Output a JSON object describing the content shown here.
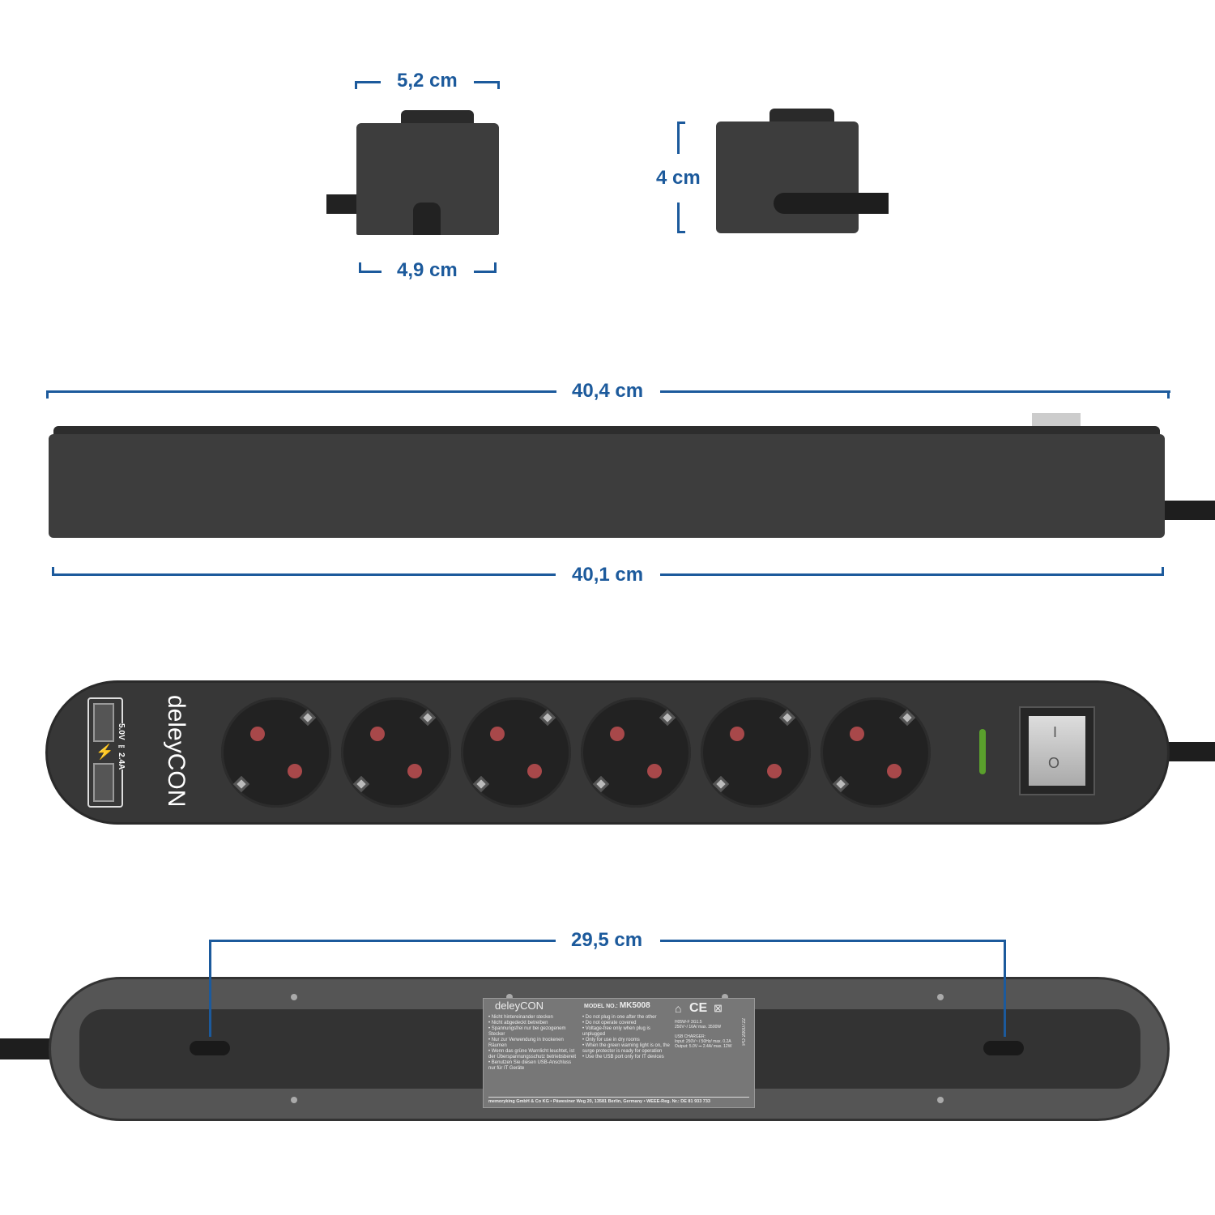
{
  "dimensions": {
    "top_width": "5,2 cm",
    "bottom_width": "4,9 cm",
    "height": "4 cm",
    "top_length": "40,4 cm",
    "bottom_length": "40,1 cm",
    "mount_spacing": "29,5 cm"
  },
  "front": {
    "brand": "deleyCON",
    "usb_rating": "5.0V ⎓ 2.4A",
    "socket_count": 6,
    "switch_on": "I",
    "switch_off": "O"
  },
  "label": {
    "brand": "deleyCON",
    "model_prefix": "MODEL NO.:",
    "model": "MK5008",
    "german": [
      "Nicht hintereinander stecken",
      "Nicht abgedeckt betreiben",
      "Spannungsfrei nur bei gezogenem Stecker",
      "Nur zur Verwendung in trockenen Räumen",
      "Wenn das grüne Warnlicht leuchtet, ist der Überspannungsschutz betriebsbereit",
      "Benutzen Sie diesen USB-Anschluss nur für IT Geräte"
    ],
    "english": [
      "Do not plug in one after the other",
      "Do not operate covered",
      "Voltage-free only when plug is unplugged",
      "Only for use in dry rooms",
      "When the green warning light is on, the surge protector is ready for operation",
      "Use the USB port only for IT devices"
    ],
    "cable": "H05W-F 3G1.5",
    "rating": "250V~/ 16A/ max. 3500W",
    "usb_title": "USB CHARGER:",
    "usb_input": "Input: 250V~ / 50Hz/ max. 0.2A",
    "usb_output": "Output: 5.0V ⎓ 2.4A/ max. 12W",
    "po": "PO 2000722",
    "ce": "CE",
    "footer": "memoryking GmbH & Co KG • Päwesiner Weg 20, 13581 Berlin, Germany • WEEE-Reg. Nr.: DE 81 933 733"
  }
}
